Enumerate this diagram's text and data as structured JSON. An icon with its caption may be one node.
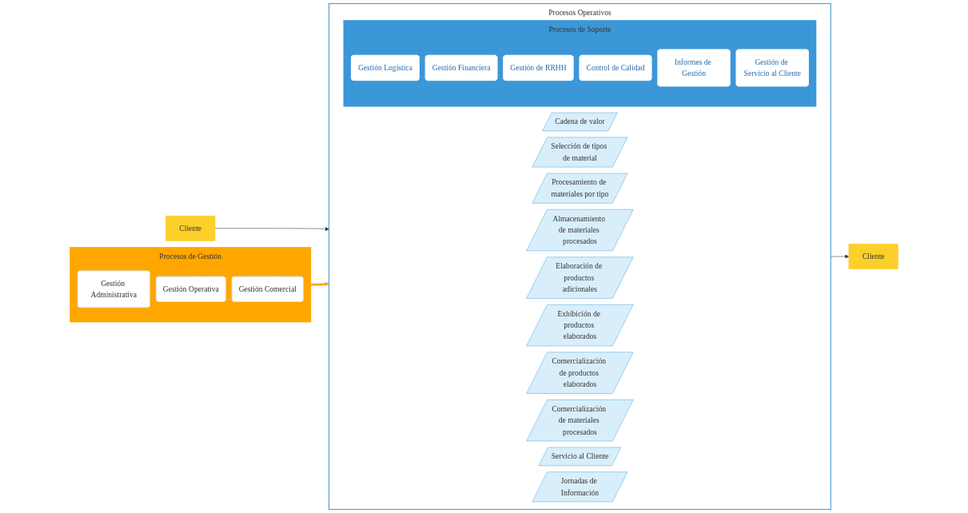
{
  "diagram": {
    "nodes": [
      {
        "text": [
          "Cliente"
        ]
      },
      {
        "text": [
          "Procesos de Gestión"
        ]
      },
      {
        "text": [
          "Gestión Administrativa"
        ],
        "in": 1
      },
      {
        "text": [
          "Gestión Operativa"
        ],
        "in": 1
      },
      {
        "text": [
          "Gestión Comercial"
        ],
        "in": 1
      },
      {
        "text": [
          "Procesos Operativos"
        ]
      },
      {
        "text": [
          "Cadena de valor"
        ],
        "in": 5
      },
      {
        "text": [
          "Selección de tipos de material"
        ],
        "in": 5
      },
      {
        "text": [
          "Procesamiento de materiales por tipo"
        ],
        "in": 5
      },
      {
        "text": [
          "Almacenamiento de materiales procesados"
        ],
        "in": 5
      },
      {
        "text": [
          "Elaboración de productos adicionales"
        ],
        "in": 5
      },
      {
        "text": [
          "Exhibición de productos elaborados"
        ],
        "in": 5
      },
      {
        "text": [
          "Comercialización de productos elaborados"
        ],
        "in": 5
      },
      {
        "text": [
          "Comercialización de materiales procesados"
        ],
        "in": 5
      },
      {
        "text": [
          "Servicio al Cliente"
        ],
        "in": 5
      },
      {
        "text": [
          "Jornadas de Información"
        ],
        "in": 5
      },
      {
        "text": [
          "Procesos de Soporte"
        ],
        "in": 5
      },
      {
        "text": [
          "Gestión Logística"
        ],
        "in": 16
      },
      {
        "text": [
          "Gestión Financiera"
        ],
        "in": 16
      },
      {
        "text": [
          "Gestión de RRHH"
        ],
        "in": 16
      },
      {
        "text": [
          "Control de Calidad"
        ],
        "in": 16
      },
      {
        "text": [
          "Informes de Gestión"
        ],
        "in": 16
      },
      {
        "text": [
          "Gestión de Servicio al Cliente"
        ],
        "in": 16
      },
      {
        "text": [
          "Cliente"
        ]
      }
    ],
    "edges": [
      {
        "from": 0,
        "to": 5,
        "arrow": "to"
      },
      {
        "from": 1,
        "to": 5,
        "arrow": "to",
        "style": "thick",
        "color": "#ffa500"
      },
      {
        "from": 5,
        "to": 23,
        "arrow": "to"
      }
    ]
  }
}
